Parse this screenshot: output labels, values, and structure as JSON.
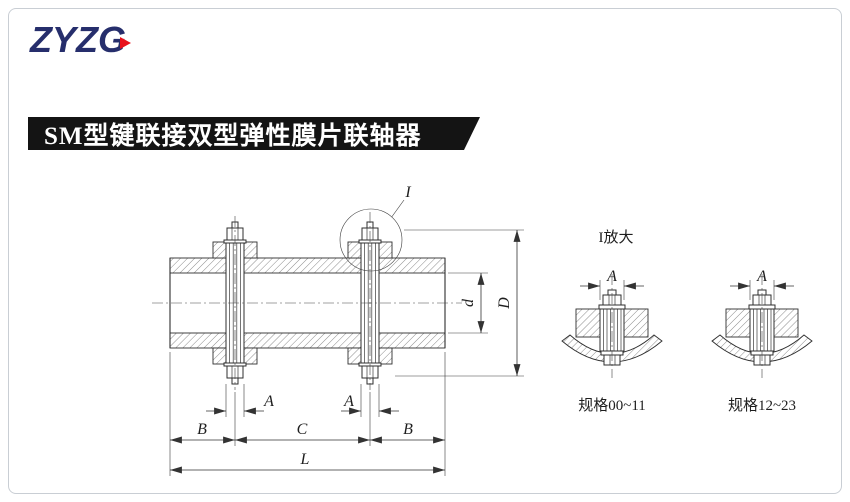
{
  "page": {
    "bg": "#ffffff",
    "border_color": "#c9ced4"
  },
  "logo": {
    "text": "ZYZG",
    "color": "#262e6c",
    "accent_color": "#e8111c"
  },
  "banner": {
    "title": "SM型键联接双型弹性膜片联轴器",
    "bg": "#141414",
    "text_color": "#ffffff"
  },
  "drawing": {
    "callout_label": "I",
    "dims": {
      "d": "d",
      "D": "D",
      "A": "A",
      "B": "B",
      "C": "C",
      "L": "L"
    },
    "details": {
      "title": "I放大",
      "left_caption": "规格00~11",
      "right_caption": "规格12~23"
    }
  }
}
